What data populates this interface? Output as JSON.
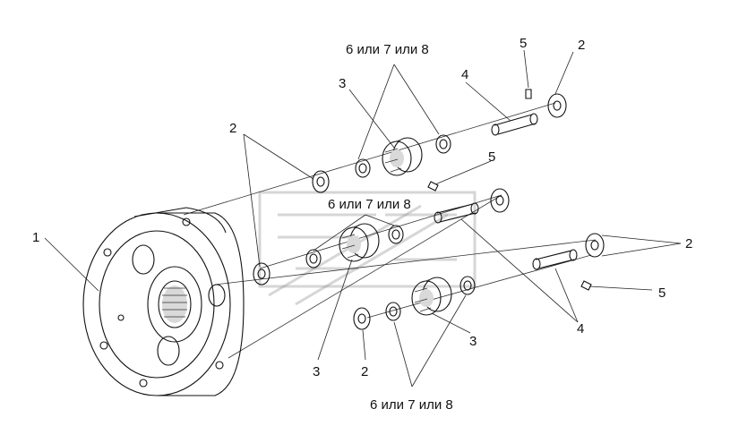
{
  "diagram": {
    "callouts": [
      {
        "id": "c1",
        "text": "1"
      },
      {
        "id": "c2a",
        "text": "2"
      },
      {
        "id": "c2b",
        "text": "2"
      },
      {
        "id": "c2c",
        "text": "2"
      },
      {
        "id": "c2d",
        "text": "2"
      },
      {
        "id": "c3a",
        "text": "3"
      },
      {
        "id": "c3b",
        "text": "3"
      },
      {
        "id": "c3c",
        "text": "3"
      },
      {
        "id": "c4a",
        "text": "4"
      },
      {
        "id": "c4b",
        "text": "4"
      },
      {
        "id": "c5a",
        "text": "5"
      },
      {
        "id": "c5b",
        "text": "5"
      },
      {
        "id": "c5c",
        "text": "5"
      },
      {
        "id": "c678a",
        "text": "6 или 7 или 8"
      },
      {
        "id": "c678b",
        "text": "6 или 7 или 8"
      },
      {
        "id": "c678c",
        "text": "6 или 7 или 8"
      }
    ]
  }
}
